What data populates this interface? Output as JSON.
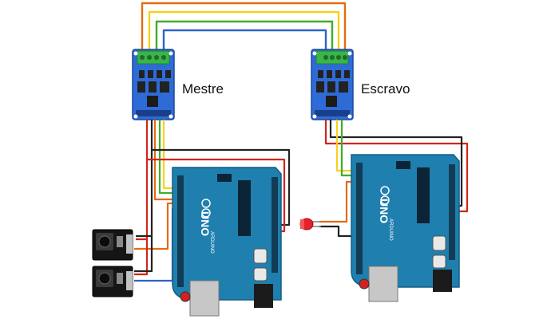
{
  "labels": {
    "master": "Mestre",
    "slave": "Escravo"
  },
  "board_text": {
    "uno": "UNO",
    "brand": "ARDUINO"
  },
  "components": [
    "rs485-module-master",
    "rs485-module-slave",
    "arduino-uno-master",
    "arduino-uno-slave",
    "push-button-module-1",
    "push-button-module-2",
    "red-led"
  ],
  "colors": {
    "board": "#1f7fae",
    "board_dark": "#155e84",
    "module": "#2f6bd6",
    "terminal": "#39b54a",
    "wire_orange": "#e46b12",
    "wire_yellow": "#f4d21c",
    "wire_green": "#3fae2a",
    "wire_blue": "#2e63c9",
    "wire_red": "#d3241b",
    "wire_black": "#222222",
    "led": "#e8202a"
  }
}
